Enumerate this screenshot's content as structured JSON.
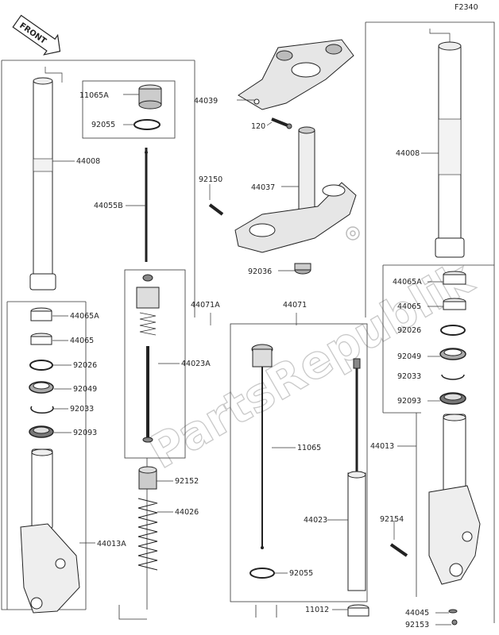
{
  "figure_code": "F2340",
  "front_arrow_label": "FRONT",
  "watermark": "PartsRepublik",
  "labels": {
    "p44008_left": "44008",
    "p44008_right": "44008",
    "p11065A": "11065A",
    "p92055_top": "92055",
    "p44055B": "44055B",
    "p44071A": "44071A",
    "p44071": "44071",
    "p44023A": "44023A",
    "p92152": "92152",
    "p44026": "44026",
    "p44039": "44039",
    "p120": "120",
    "p92150": "92150",
    "p44037": "44037",
    "p92036": "92036",
    "l44065A": "44065A",
    "l44065": "44065",
    "l92026": "92026",
    "l92049": "92049",
    "l92033": "92033",
    "l92093": "92093",
    "l44013A": "44013A",
    "p11065": "11065",
    "p44023": "44023",
    "p92055_bot": "92055",
    "p11012": "11012",
    "r44065A": "44065A",
    "r44065": "44065",
    "r92026": "92026",
    "r92049": "92049",
    "r92033": "92033",
    "r92093": "92093",
    "r44013": "44013",
    "p92154": "92154",
    "p44045": "44045",
    "p92153": "92153"
  }
}
